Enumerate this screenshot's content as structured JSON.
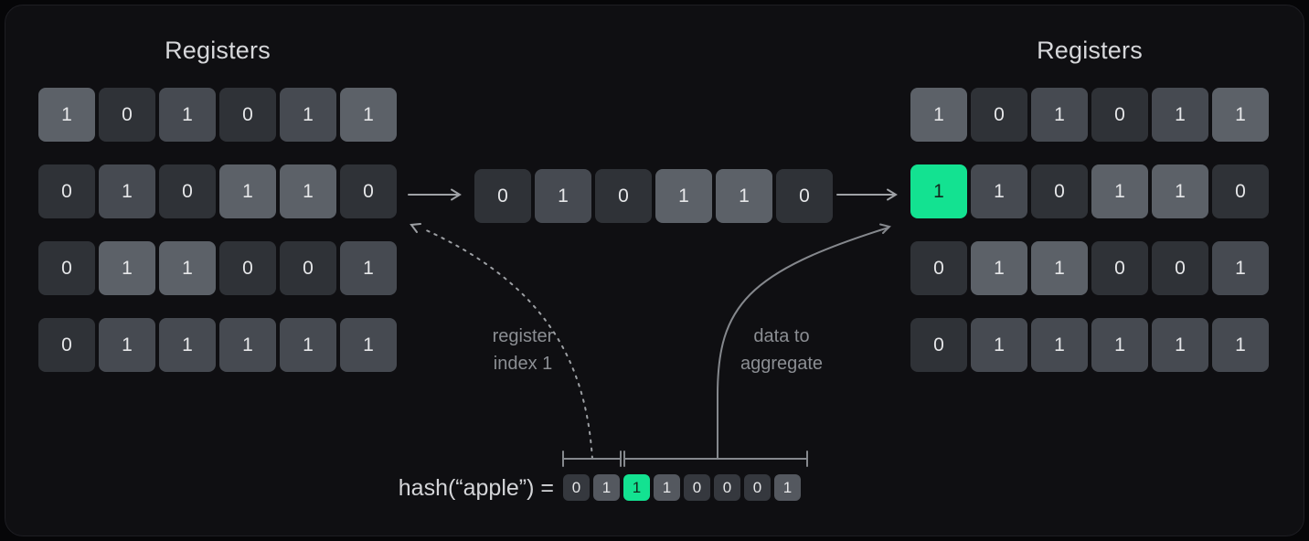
{
  "colors": {
    "background": "#060608",
    "panel": "#0f0f12",
    "accent_green": "#13e291",
    "cell_dark": "#2f3237",
    "cell_mid": "#464a51",
    "cell_light": "#5c6168",
    "bit_dark": "#35383e",
    "bit_mid": "#54585f",
    "title_text": "#d6d7da",
    "label_text": "#8b8e93",
    "arrow_gray": "#9fa2a6"
  },
  "left_registers": {
    "title": "Registers",
    "rows": [
      [
        {
          "v": "1",
          "s": "light"
        },
        {
          "v": "0",
          "s": "dark"
        },
        {
          "v": "1",
          "s": "mid"
        },
        {
          "v": "0",
          "s": "dark"
        },
        {
          "v": "1",
          "s": "mid"
        },
        {
          "v": "1",
          "s": "light"
        }
      ],
      [
        {
          "v": "0",
          "s": "dark"
        },
        {
          "v": "1",
          "s": "mid"
        },
        {
          "v": "0",
          "s": "dark"
        },
        {
          "v": "1",
          "s": "light"
        },
        {
          "v": "1",
          "s": "light"
        },
        {
          "v": "0",
          "s": "dark"
        }
      ],
      [
        {
          "v": "0",
          "s": "dark"
        },
        {
          "v": "1",
          "s": "light"
        },
        {
          "v": "1",
          "s": "light"
        },
        {
          "v": "0",
          "s": "dark"
        },
        {
          "v": "0",
          "s": "dark"
        },
        {
          "v": "1",
          "s": "mid"
        }
      ],
      [
        {
          "v": "0",
          "s": "dark"
        },
        {
          "v": "1",
          "s": "mid"
        },
        {
          "v": "1",
          "s": "mid"
        },
        {
          "v": "1",
          "s": "mid"
        },
        {
          "v": "1",
          "s": "mid"
        },
        {
          "v": "1",
          "s": "mid"
        }
      ]
    ]
  },
  "buffer_row": {
    "cells": [
      {
        "v": "0",
        "s": "dark"
      },
      {
        "v": "1",
        "s": "mid"
      },
      {
        "v": "0",
        "s": "dark"
      },
      {
        "v": "1",
        "s": "light"
      },
      {
        "v": "1",
        "s": "light"
      },
      {
        "v": "0",
        "s": "dark"
      }
    ]
  },
  "right_registers": {
    "title": "Registers",
    "rows": [
      [
        {
          "v": "1",
          "s": "light"
        },
        {
          "v": "0",
          "s": "dark"
        },
        {
          "v": "1",
          "s": "mid"
        },
        {
          "v": "0",
          "s": "dark"
        },
        {
          "v": "1",
          "s": "mid"
        },
        {
          "v": "1",
          "s": "light"
        }
      ],
      [
        {
          "v": "1",
          "s": "green"
        },
        {
          "v": "1",
          "s": "mid"
        },
        {
          "v": "0",
          "s": "dark"
        },
        {
          "v": "1",
          "s": "light"
        },
        {
          "v": "1",
          "s": "light"
        },
        {
          "v": "0",
          "s": "dark"
        }
      ],
      [
        {
          "v": "0",
          "s": "dark"
        },
        {
          "v": "1",
          "s": "light"
        },
        {
          "v": "1",
          "s": "light"
        },
        {
          "v": "0",
          "s": "dark"
        },
        {
          "v": "0",
          "s": "dark"
        },
        {
          "v": "1",
          "s": "mid"
        }
      ],
      [
        {
          "v": "0",
          "s": "dark"
        },
        {
          "v": "1",
          "s": "mid"
        },
        {
          "v": "1",
          "s": "mid"
        },
        {
          "v": "1",
          "s": "mid"
        },
        {
          "v": "1",
          "s": "mid"
        },
        {
          "v": "1",
          "s": "mid"
        }
      ]
    ]
  },
  "hash": {
    "label": "hash(“apple”) =",
    "bits": [
      {
        "v": "0",
        "s": "dark"
      },
      {
        "v": "1",
        "s": "mid"
      },
      {
        "v": "1",
        "s": "green"
      },
      {
        "v": "1",
        "s": "mid"
      },
      {
        "v": "0",
        "s": "dark"
      },
      {
        "v": "0",
        "s": "dark"
      },
      {
        "v": "0",
        "s": "dark"
      },
      {
        "v": "1",
        "s": "mid"
      }
    ]
  },
  "labels": {
    "register_index_line1": "register",
    "register_index_line2": "index 1",
    "aggregate_line1": "data to",
    "aggregate_line2": "aggregate"
  }
}
